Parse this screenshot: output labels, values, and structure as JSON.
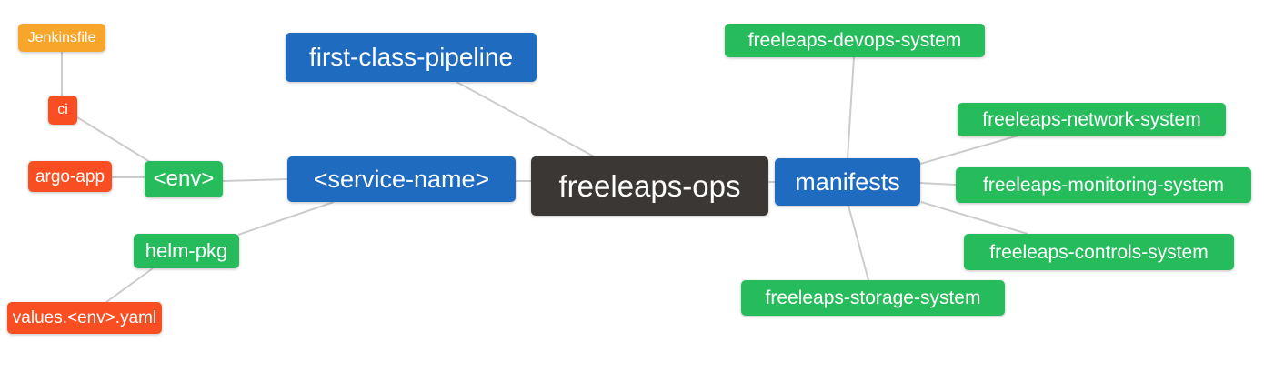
{
  "diagram": {
    "title": "freeleaps-ops repository mind map",
    "background_color": "#ffffff",
    "edge_color": "#cccccc",
    "colors": {
      "blue": "#1e6bc0",
      "green": "#26bc5c",
      "orange": "#f7a52b",
      "red": "#f84e21",
      "dark": "#3b3734"
    },
    "nodes": [
      {
        "id": "jenkinsfile",
        "label": "Jenkinsfile",
        "color": "orange"
      },
      {
        "id": "ci",
        "label": "ci",
        "color": "red"
      },
      {
        "id": "argo-app",
        "label": "argo-app",
        "color": "red"
      },
      {
        "id": "env",
        "label": "<env>",
        "color": "green"
      },
      {
        "id": "first-class-pipeline",
        "label": "first-class-pipeline",
        "color": "blue"
      },
      {
        "id": "service-name",
        "label": "<service-name>",
        "color": "blue"
      },
      {
        "id": "freeleaps-ops",
        "label": "freeleaps-ops",
        "color": "dark"
      },
      {
        "id": "manifests",
        "label": "manifests",
        "color": "blue"
      },
      {
        "id": "helm-pkg",
        "label": "helm-pkg",
        "color": "green"
      },
      {
        "id": "values-env-yaml",
        "label": "values.<env>.yaml",
        "color": "red"
      },
      {
        "id": "freeleaps-devops-system",
        "label": "freeleaps-devops-system",
        "color": "green"
      },
      {
        "id": "freeleaps-network-system",
        "label": "freeleaps-network-system",
        "color": "green"
      },
      {
        "id": "freeleaps-monitoring-system",
        "label": "freeleaps-monitoring-system",
        "color": "green"
      },
      {
        "id": "freeleaps-controls-system",
        "label": "freeleaps-controls-system",
        "color": "green"
      },
      {
        "id": "freeleaps-storage-system",
        "label": "freeleaps-storage-system",
        "color": "green"
      }
    ],
    "edges": [
      {
        "from": "jenkinsfile",
        "to": "ci"
      },
      {
        "from": "ci",
        "to": "env"
      },
      {
        "from": "argo-app",
        "to": "env"
      },
      {
        "from": "env",
        "to": "service-name"
      },
      {
        "from": "helm-pkg",
        "to": "service-name"
      },
      {
        "from": "values-env-yaml",
        "to": "helm-pkg"
      },
      {
        "from": "first-class-pipeline",
        "to": "freeleaps-ops"
      },
      {
        "from": "service-name",
        "to": "freeleaps-ops"
      },
      {
        "from": "freeleaps-ops",
        "to": "manifests"
      },
      {
        "from": "manifests",
        "to": "freeleaps-devops-system"
      },
      {
        "from": "manifests",
        "to": "freeleaps-network-system"
      },
      {
        "from": "manifests",
        "to": "freeleaps-monitoring-system"
      },
      {
        "from": "manifests",
        "to": "freeleaps-controls-system"
      },
      {
        "from": "manifests",
        "to": "freeleaps-storage-system"
      }
    ]
  }
}
